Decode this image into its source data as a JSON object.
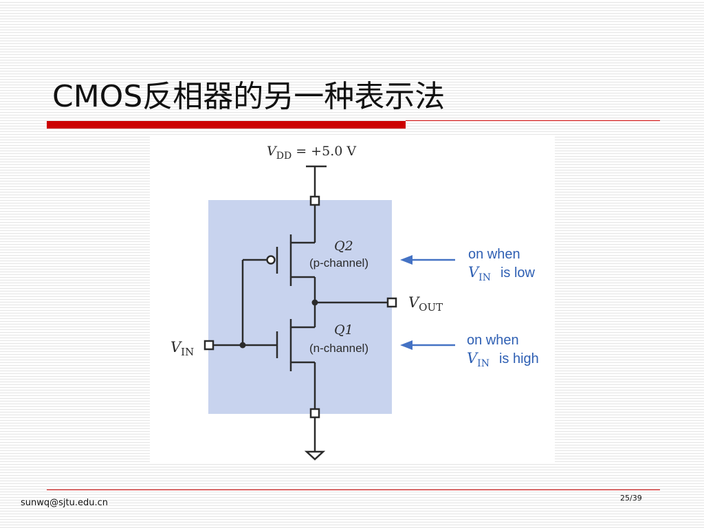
{
  "slide": {
    "title": "CMOS反相器的另一种表示法",
    "footer_email": "sunwq@sjtu.edu.cn",
    "page_number": "25/39",
    "accent_color": "#cc0000"
  },
  "diagram": {
    "vdd_label": {
      "symbol": "V",
      "subscript": "DD",
      "value": " = +5.0 V"
    },
    "q2": {
      "name": "Q2",
      "type": "(p-channel)"
    },
    "q1": {
      "name": "Q1",
      "type": "(n-channel)"
    },
    "vout_label": {
      "symbol": "V",
      "subscript": "OUT"
    },
    "vin_label": {
      "symbol": "V",
      "subscript": "IN"
    },
    "note_q2": {
      "line1": "on when",
      "symbol": "V",
      "subscript": "IN",
      "rest": "is low"
    },
    "note_q1": {
      "line1": "on when",
      "symbol": "V",
      "subscript": "IN",
      "rest": "is high"
    },
    "colors": {
      "shade": "#c8d3ee",
      "wire": "#2b2b2b",
      "arrow": "#4472c4",
      "note_text": "#2e5fb3"
    }
  }
}
